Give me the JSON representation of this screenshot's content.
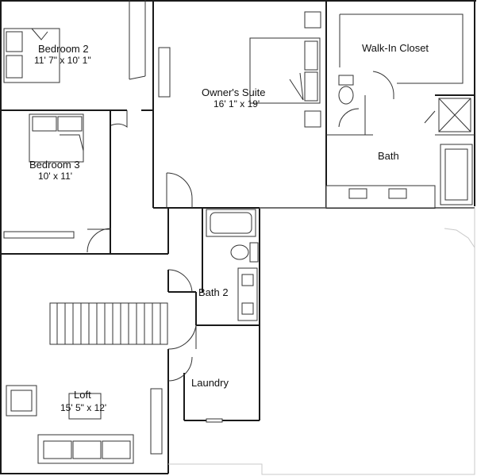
{
  "rooms": {
    "bedroom2": {
      "name": "Bedroom 2",
      "dims": "11' 7\" x 10' 1\""
    },
    "owners_suite": {
      "name": "Owner's Suite",
      "dims": "16' 1\" x 19'"
    },
    "walk_in_closet": {
      "name": "Walk-In Closet"
    },
    "bedroom3": {
      "name": "Bedroom 3",
      "dims": "10' x 11'"
    },
    "bath": {
      "name": "Bath"
    },
    "bath2": {
      "name": "Bath 2"
    },
    "laundry": {
      "name": "Laundry"
    },
    "loft": {
      "name": "Loft",
      "dims": "15' 5\" x 12'"
    }
  }
}
